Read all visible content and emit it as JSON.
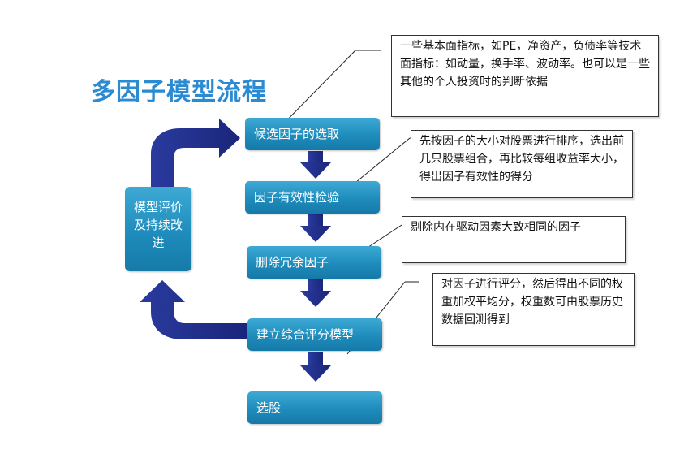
{
  "title": "多因子模型流程",
  "steps": [
    {
      "label": "候选因子的选取"
    },
    {
      "label": "因子有效性检验"
    },
    {
      "label": "删除冗余因子"
    },
    {
      "label": "建立综合评分模型"
    },
    {
      "label": "选股"
    }
  ],
  "side_box": {
    "label": "模型评价及持续改进"
  },
  "notes": [
    {
      "text": "一些基本面指标，如PE，净资产，负债率等技术面指标：如动量，换手率、波动率。也可以是一些其他的个人投资时的判断依据"
    },
    {
      "text": "先按因子的大小对股票进行排序，选出前几只股票组合，再比较每组收益率大小，得出因子有效性的得分"
    },
    {
      "text": "剔除内在驱动因素大致相同的因子"
    },
    {
      "text": "对因子进行评分，然后得出不同的权重加权平均分，权重数可由股票历史数据回测得到"
    }
  ],
  "colors": {
    "title": "#2a8bd3",
    "step_box": "#1e8cbc",
    "arrow": "#1d2b8a"
  }
}
